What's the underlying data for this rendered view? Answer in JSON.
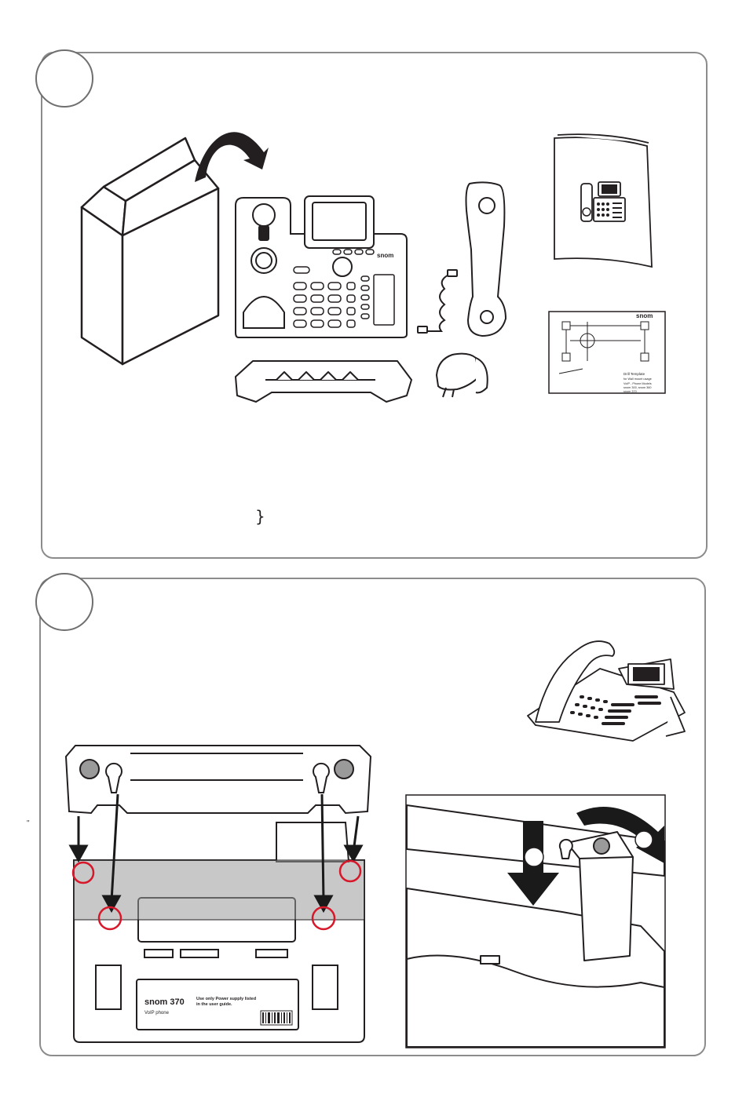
{
  "step1": {
    "brace": "}",
    "phone_brand": "snom",
    "manual": {},
    "template": {
      "brand": "snom",
      "title": "Drill Template",
      "subtitle": "for Wall mount usage",
      "model_line": "VoIP - Phone Models",
      "model_list_1": "snom 300, snom 360",
      "model_list_2": "snom 370"
    }
  },
  "step2": {
    "tick": "\"",
    "label_brand": "snom 370",
    "label_sub": "VoIP phone",
    "label_power": "Use only Power supply listed",
    "label_power2": "in the user guide."
  },
  "colors": {
    "panel_border": "#8c8c8c",
    "line_art": "#231f20",
    "highlight_circle": "#d7182a",
    "overlay_gray": "#9a9a9a",
    "dark_arrow": "#1a1a1a"
  }
}
